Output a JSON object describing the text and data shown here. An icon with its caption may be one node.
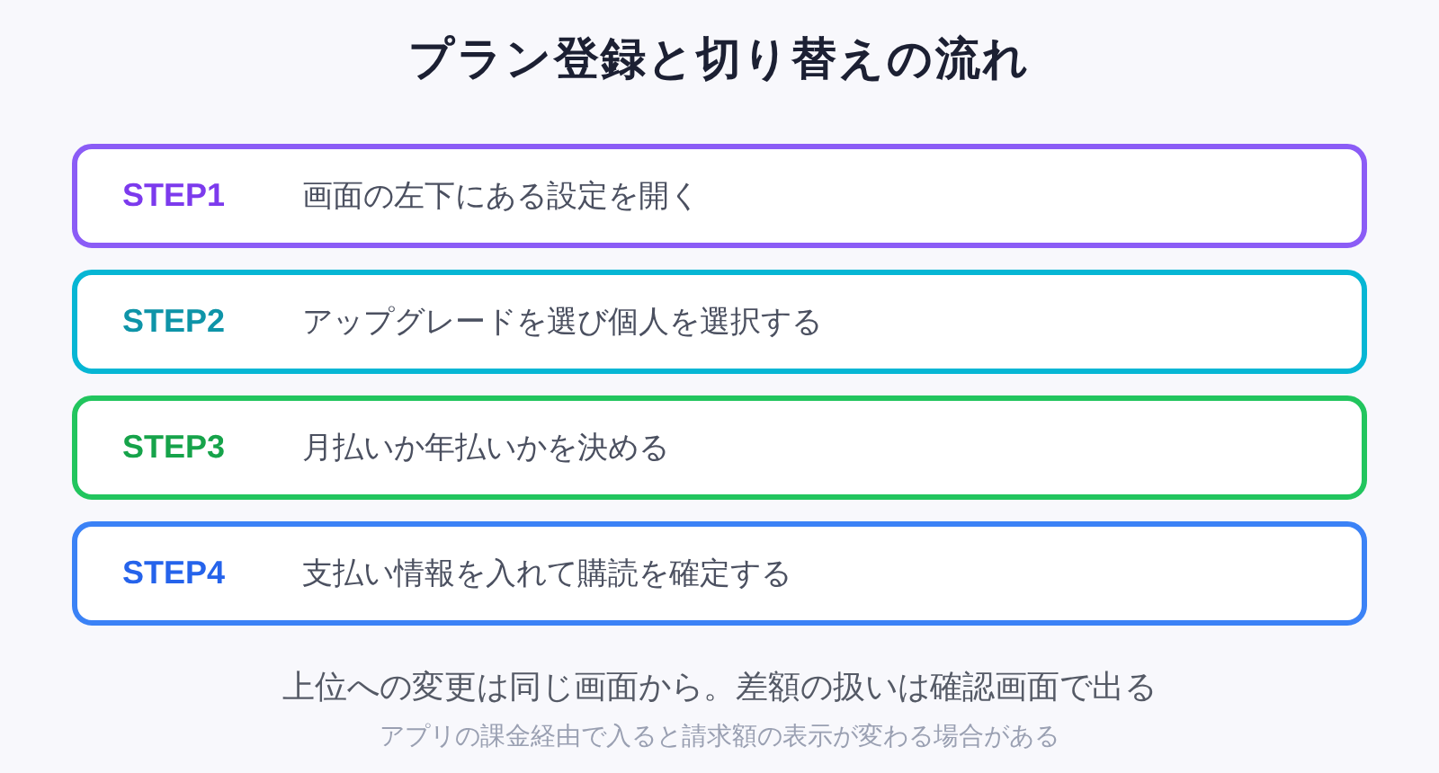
{
  "diagram": {
    "title": "プラン登録と切り替えの流れ",
    "nodes": [
      {
        "text": [
          "STEP1",
          "画面の左下にある設定を開く"
        ]
      },
      {
        "text": [
          "STEP2",
          "アップグレードを選び個人を選択する"
        ]
      },
      {
        "text": [
          "STEP3",
          "月払いか年払いかを決める"
        ]
      },
      {
        "text": [
          "STEP4",
          "支払い情報を入れて購読を確定する"
        ]
      }
    ],
    "labels": [
      "上位への変更は同じ画面から。差額の扱いは確認画面で出る",
      "アプリの課金経由で入ると請求額の表示が変わる場合がある"
    ]
  }
}
